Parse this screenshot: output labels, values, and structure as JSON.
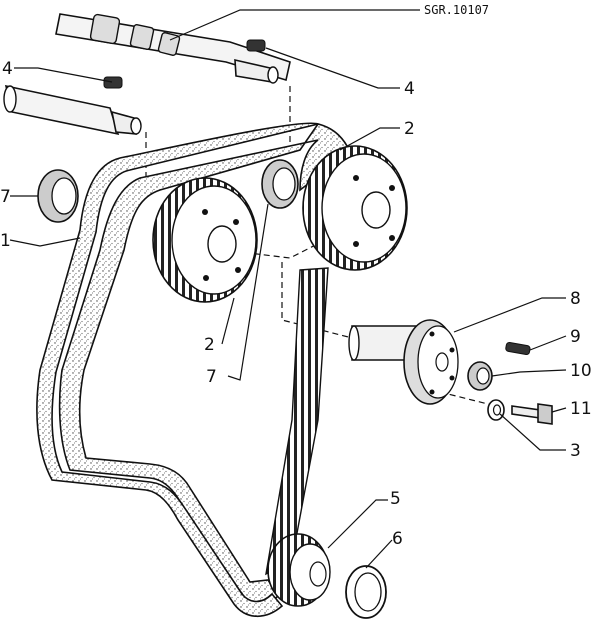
{
  "drawing_code": "SGR.10107",
  "callouts": [
    {
      "id": "4-left",
      "text": "4"
    },
    {
      "id": "4-right",
      "text": "4"
    },
    {
      "id": "2-top",
      "text": "2"
    },
    {
      "id": "7-left",
      "text": "7"
    },
    {
      "id": "1",
      "text": "1"
    },
    {
      "id": "2-bottom",
      "text": "2"
    },
    {
      "id": "7-bottom",
      "text": "7"
    },
    {
      "id": "8",
      "text": "8"
    },
    {
      "id": "9",
      "text": "9"
    },
    {
      "id": "10",
      "text": "10"
    },
    {
      "id": "11",
      "text": "11"
    },
    {
      "id": "3",
      "text": "3"
    },
    {
      "id": "5",
      "text": "5"
    },
    {
      "id": "6",
      "text": "6"
    }
  ],
  "colors": {
    "ink": "#111111",
    "paper": "#ffffff",
    "shade": "#c8c8c8"
  }
}
